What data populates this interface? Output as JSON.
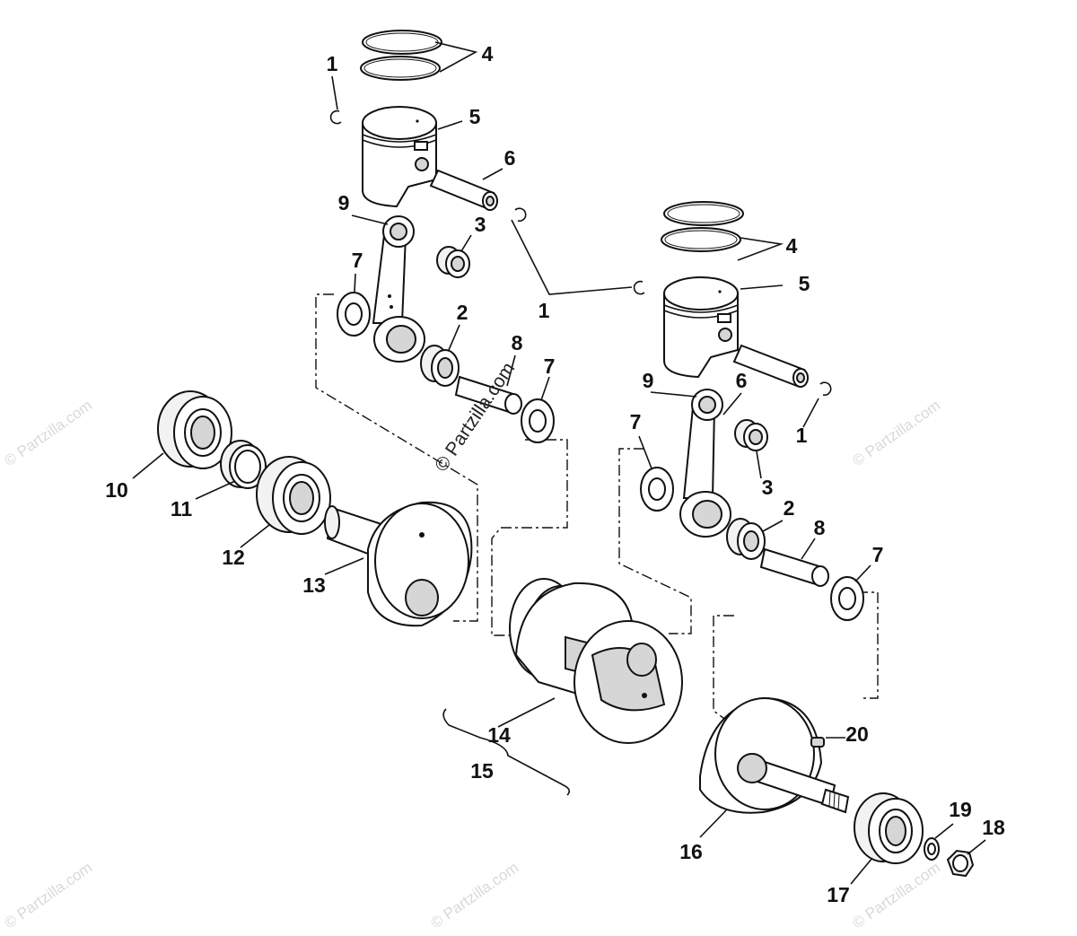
{
  "watermark": {
    "center_text": "© Partzilla.com",
    "tile_text": "© Partzilla.com"
  },
  "callouts": {
    "c1a": "1",
    "c1b": "1",
    "c1c": "1",
    "c2a": "2",
    "c2b": "2",
    "c3a": "3",
    "c3b": "3",
    "c4a": "4",
    "c4b": "4",
    "c5a": "5",
    "c5b": "5",
    "c6a": "6",
    "c6b": "6",
    "c7a": "7",
    "c7b": "7",
    "c7c": "7",
    "c7d": "7",
    "c8a": "8",
    "c8b": "8",
    "c9a": "9",
    "c9b": "9",
    "c10": "10",
    "c11": "11",
    "c12": "12",
    "c13": "13",
    "c14": "14",
    "c15": "15",
    "c16": "16",
    "c17": "17",
    "c18": "18",
    "c19": "19",
    "c20": "20"
  }
}
